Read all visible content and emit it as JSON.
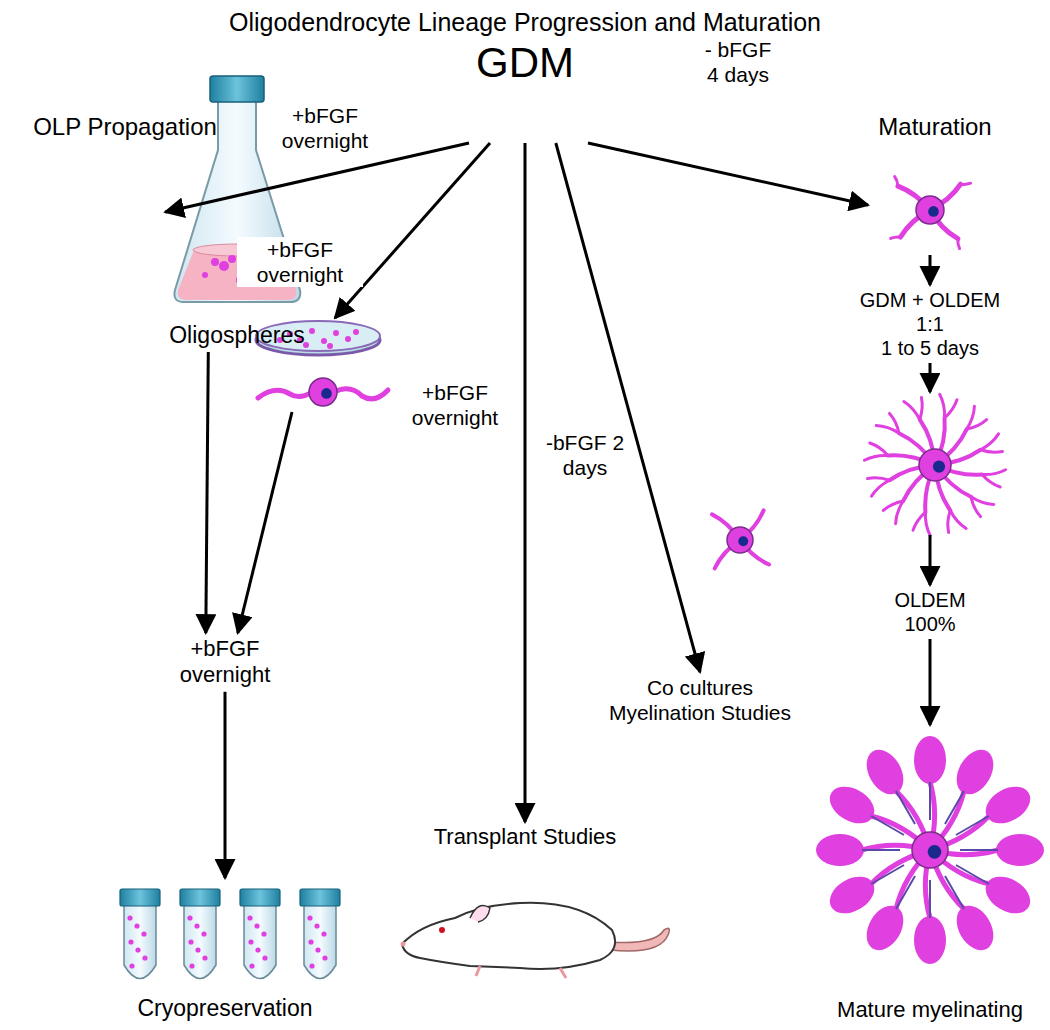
{
  "diagram": {
    "title": "Oligodendrocyte Lineage Progression and Maturation",
    "nodes": [
      {
        "text": [
          "GDM"
        ]
      },
      {
        "text": [
          "Oligospheres"
        ]
      },
      {
        "text": [
          "+bFGF overnight"
        ]
      },
      {
        "text": [
          "Cryopreservation"
        ]
      },
      {
        "text": [
          "Transplant Studies"
        ]
      },
      {
        "text": [
          "Co cultures Myelination Studies"
        ]
      },
      {
        "text": [
          "GDM + OLDEM",
          "1:1",
          "1 to 5 days"
        ]
      },
      {
        "text": [
          "OLDEM",
          "100%"
        ]
      },
      {
        "text": [
          "Mature myelinating"
        ]
      }
    ],
    "edges": [
      {
        "from": 0,
        "to": 1,
        "label": "+bFGF overnight",
        "arrow": "to"
      },
      {
        "from": 0,
        "to": 2,
        "label": "+bFGF overnight",
        "arrow": "to"
      },
      {
        "from": 1,
        "to": 2,
        "arrow": "to"
      },
      {
        "from": 2,
        "to": 3,
        "arrow": "to"
      },
      {
        "from": 0,
        "to": 4,
        "label": "+bFGF overnight",
        "arrow": "to"
      },
      {
        "from": 0,
        "to": 5,
        "label": "-bFGF 2 days",
        "arrow": "to"
      },
      {
        "from": 0,
        "to": 6,
        "label": "- bFGF 4 days",
        "arrow": "to"
      },
      {
        "from": 6,
        "to": 7,
        "arrow": "to"
      },
      {
        "from": 7,
        "to": 8,
        "arrow": "to"
      }
    ],
    "labels": [
      "OLP Propagation",
      "Maturation"
    ]
  }
}
